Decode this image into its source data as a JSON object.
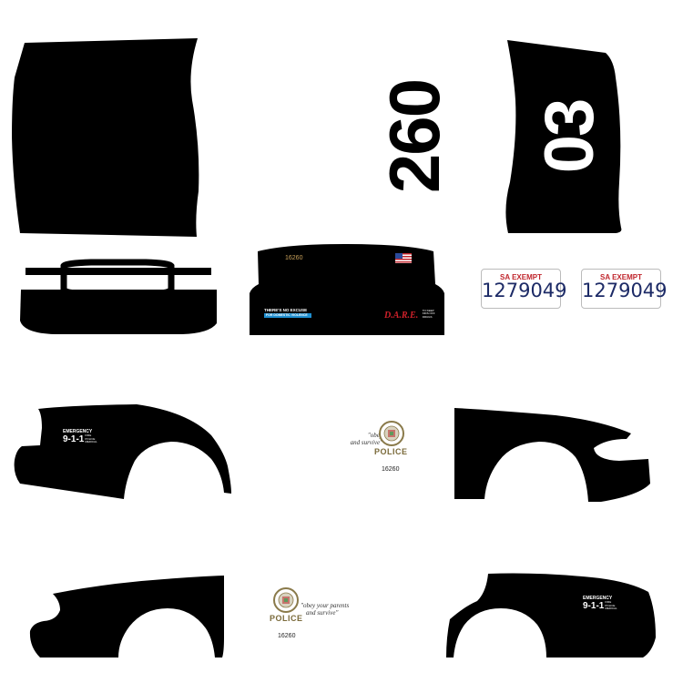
{
  "hood": {
    "unit_number": "260"
  },
  "roof": {
    "unit_number": "03"
  },
  "trunk": {
    "unit_id": "16260",
    "excuse_line1": "THERE'S NO EXCUSE",
    "excuse_line2": "FOR DOMESTIC VIOLENCE",
    "dare_logo": "D.A.R.E.",
    "dare_tagline": "TO KEEP KIDS OFF DRUGS"
  },
  "plates": [
    {
      "header": "SA EXEMPT",
      "number": "1279049"
    },
    {
      "header": "SA EXEMPT",
      "number": "1279049"
    }
  ],
  "door_decal_upper": {
    "motto_line1": "\"obey",
    "motto_line2": "and survive\"",
    "label": "POLICE",
    "unit_id": "16260"
  },
  "door_decal_lower": {
    "motto_line1": "\"obey your parents",
    "motto_line2": "and survive\"",
    "label": "POLICE",
    "unit_id": "16260"
  },
  "emergency_badge": {
    "label": "EMERGENCY",
    "number": "9-1-1",
    "side_line1": "FIRE",
    "side_line2": "POLICE",
    "side_line3": "MEDICAL"
  },
  "colors": {
    "body": "#000000",
    "background": "#ffffff",
    "plate_red": "#c0262d",
    "plate_blue": "#1c2a66",
    "police_gold": "#7a6a3a",
    "flag_blue": "#2b4b9b",
    "flag_red": "#c0262d",
    "excuse_blue": "#1f8fd0",
    "dare_red": "#d0212a"
  }
}
